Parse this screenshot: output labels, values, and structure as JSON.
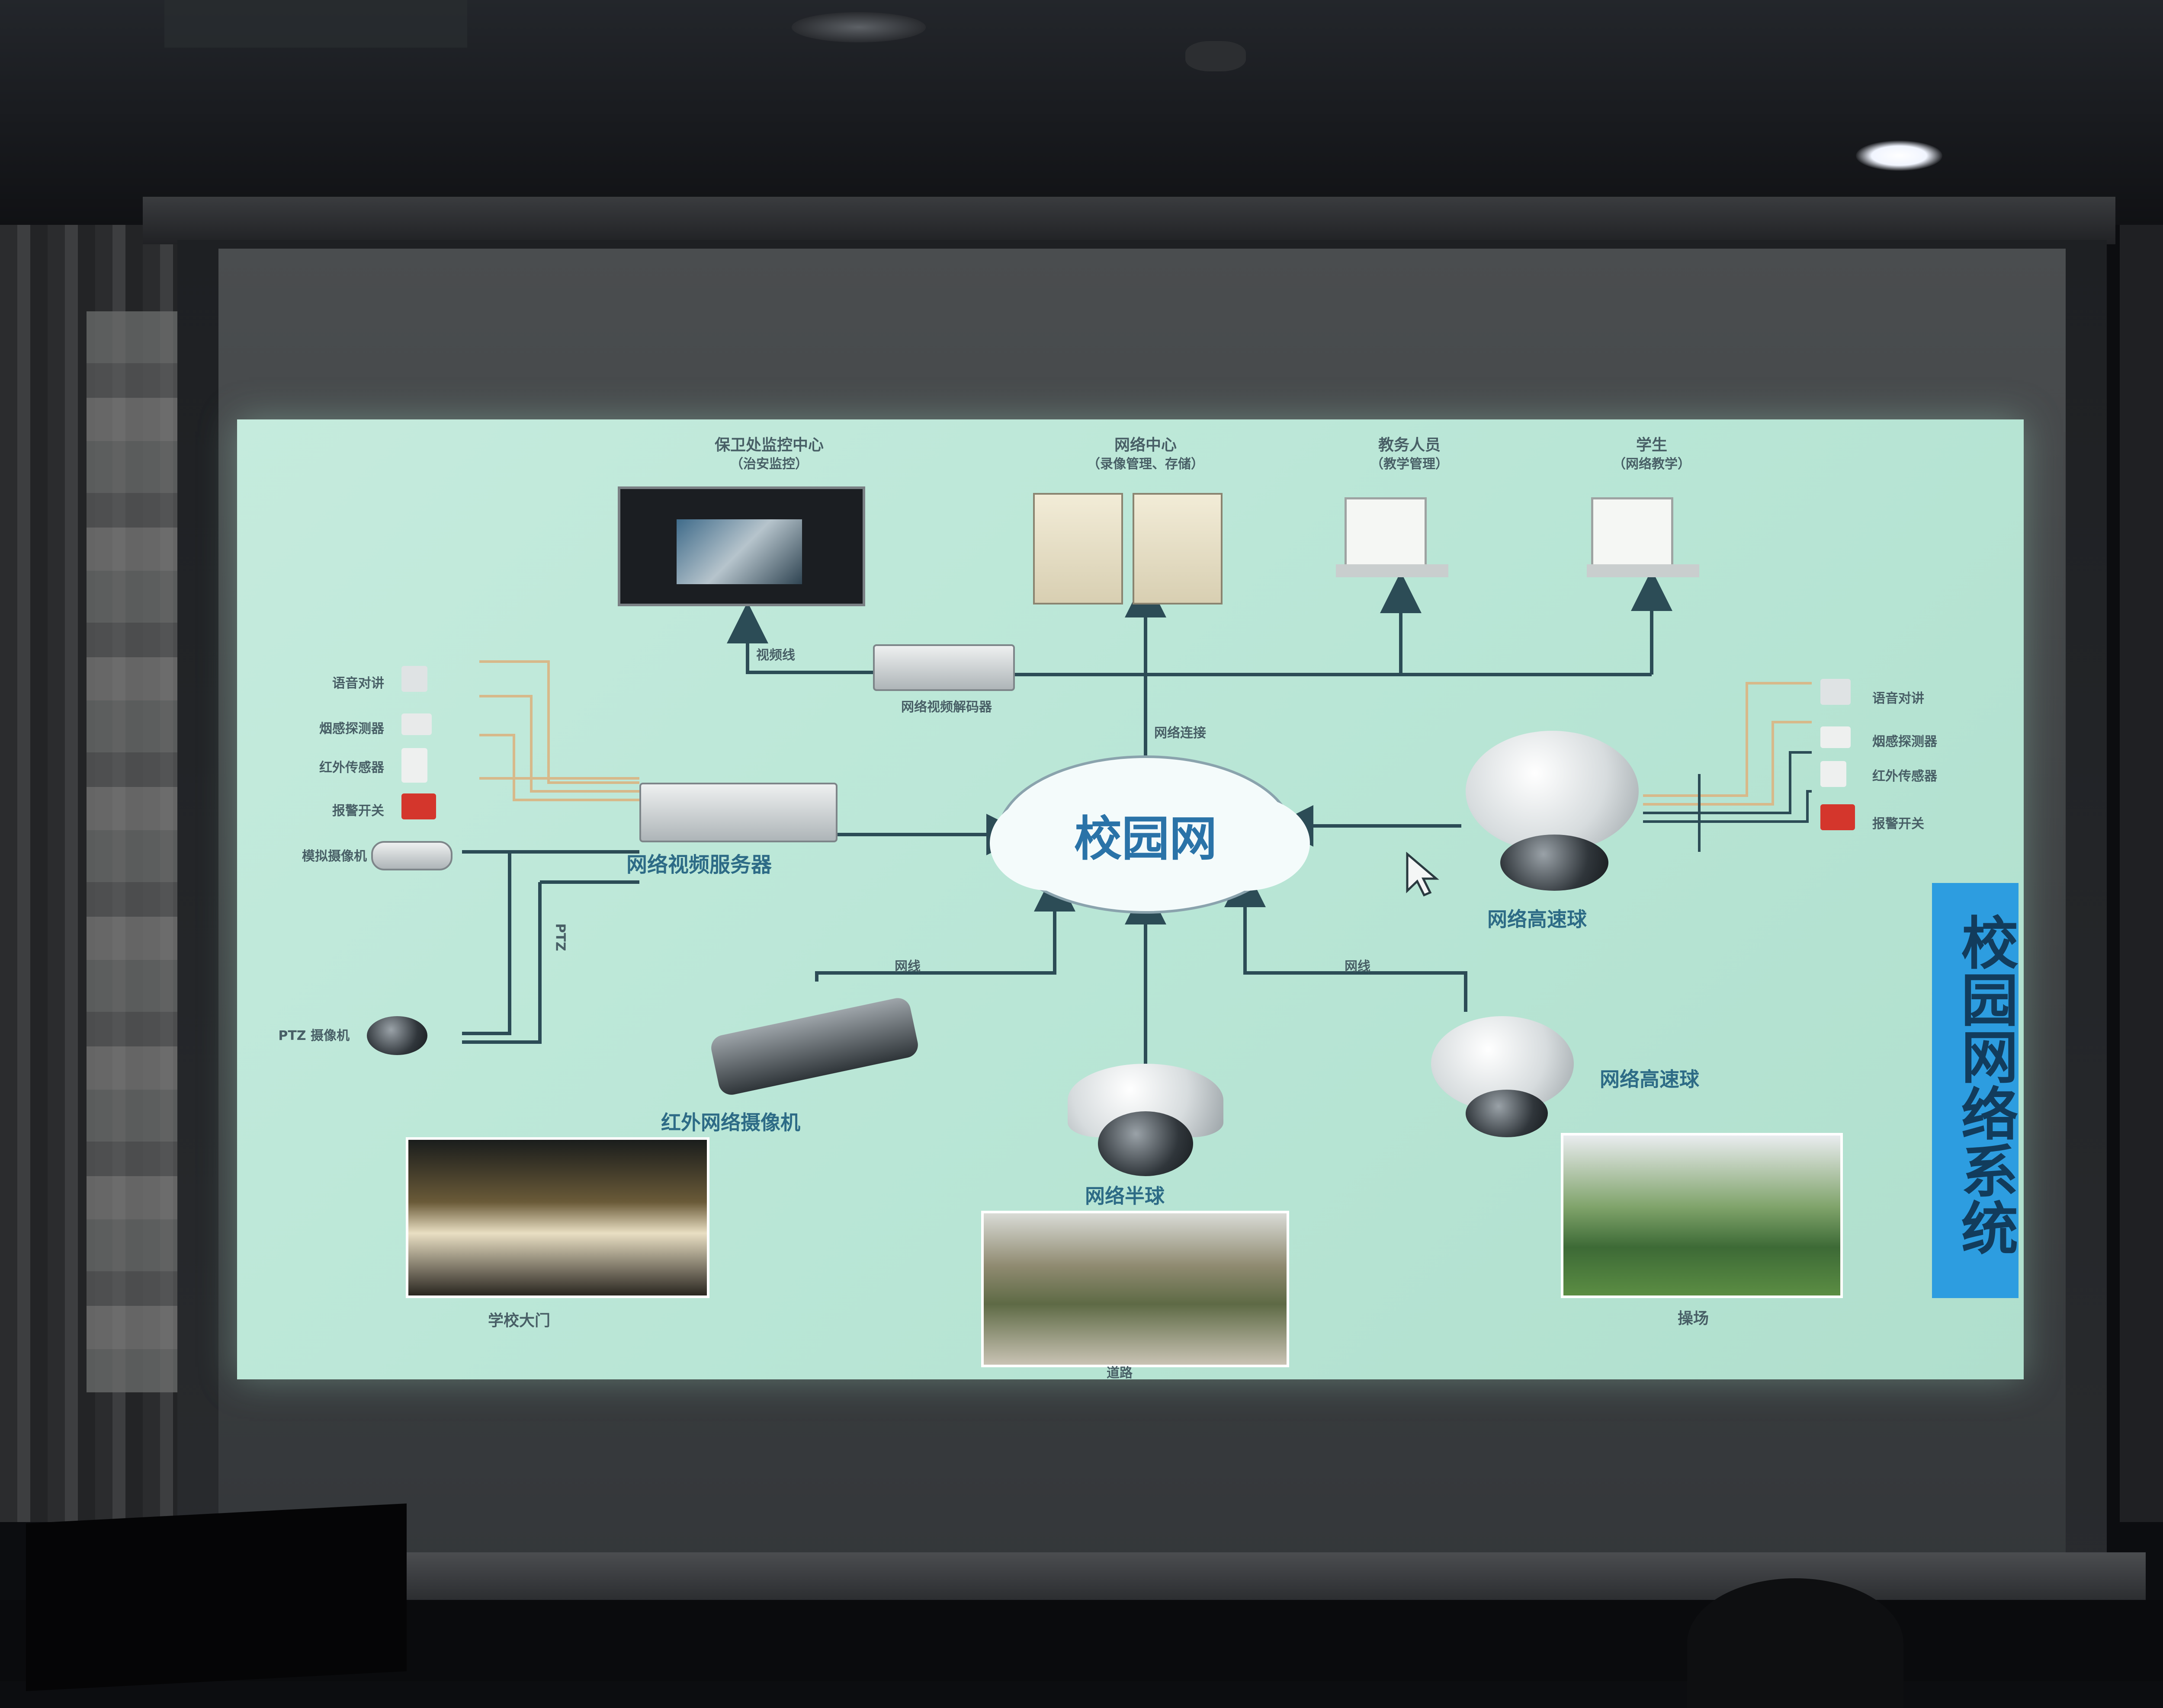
{
  "diagram": {
    "cloud": "校园网",
    "top_nodes": [
      {
        "title": "保卫处监控中心",
        "subtitle": "（治安监控）"
      },
      {
        "title": "网络中心",
        "subtitle": "（录像管理、存储）"
      },
      {
        "title": "教务人员",
        "subtitle": "（教学管理）"
      },
      {
        "title": "学生",
        "subtitle": "（网络教学）"
      }
    ],
    "decoder": "网络视频解码器",
    "video_line": "视频线",
    "network_connection": "网络连接",
    "server": "网络视频服务器",
    "left_sensors": [
      "语音对讲",
      "烟感探测器",
      "红外传感器",
      "报警开关",
      "模拟摄像机",
      "PTZ 摄像机"
    ],
    "ptz": "PTZ",
    "right_sensors": [
      "语音对讲",
      "烟感探测器",
      "红外传感器",
      "报警开关"
    ],
    "speed_dome_1": "网络高速球",
    "speed_dome_2": "网络高速球",
    "ir_camera": "红外网络摄像机",
    "hemisphere": "网络半球",
    "net_line_left": "网线",
    "net_line_right": "网线",
    "photos": [
      "学校大门",
      "道路",
      "操场"
    ],
    "side_title": "校园网络系统"
  },
  "colors": {
    "slide_bg": "#bfe8d9",
    "wire": "#2c4c56",
    "sensor_wire": "#d7b98a",
    "banner": "#2d9de0"
  }
}
